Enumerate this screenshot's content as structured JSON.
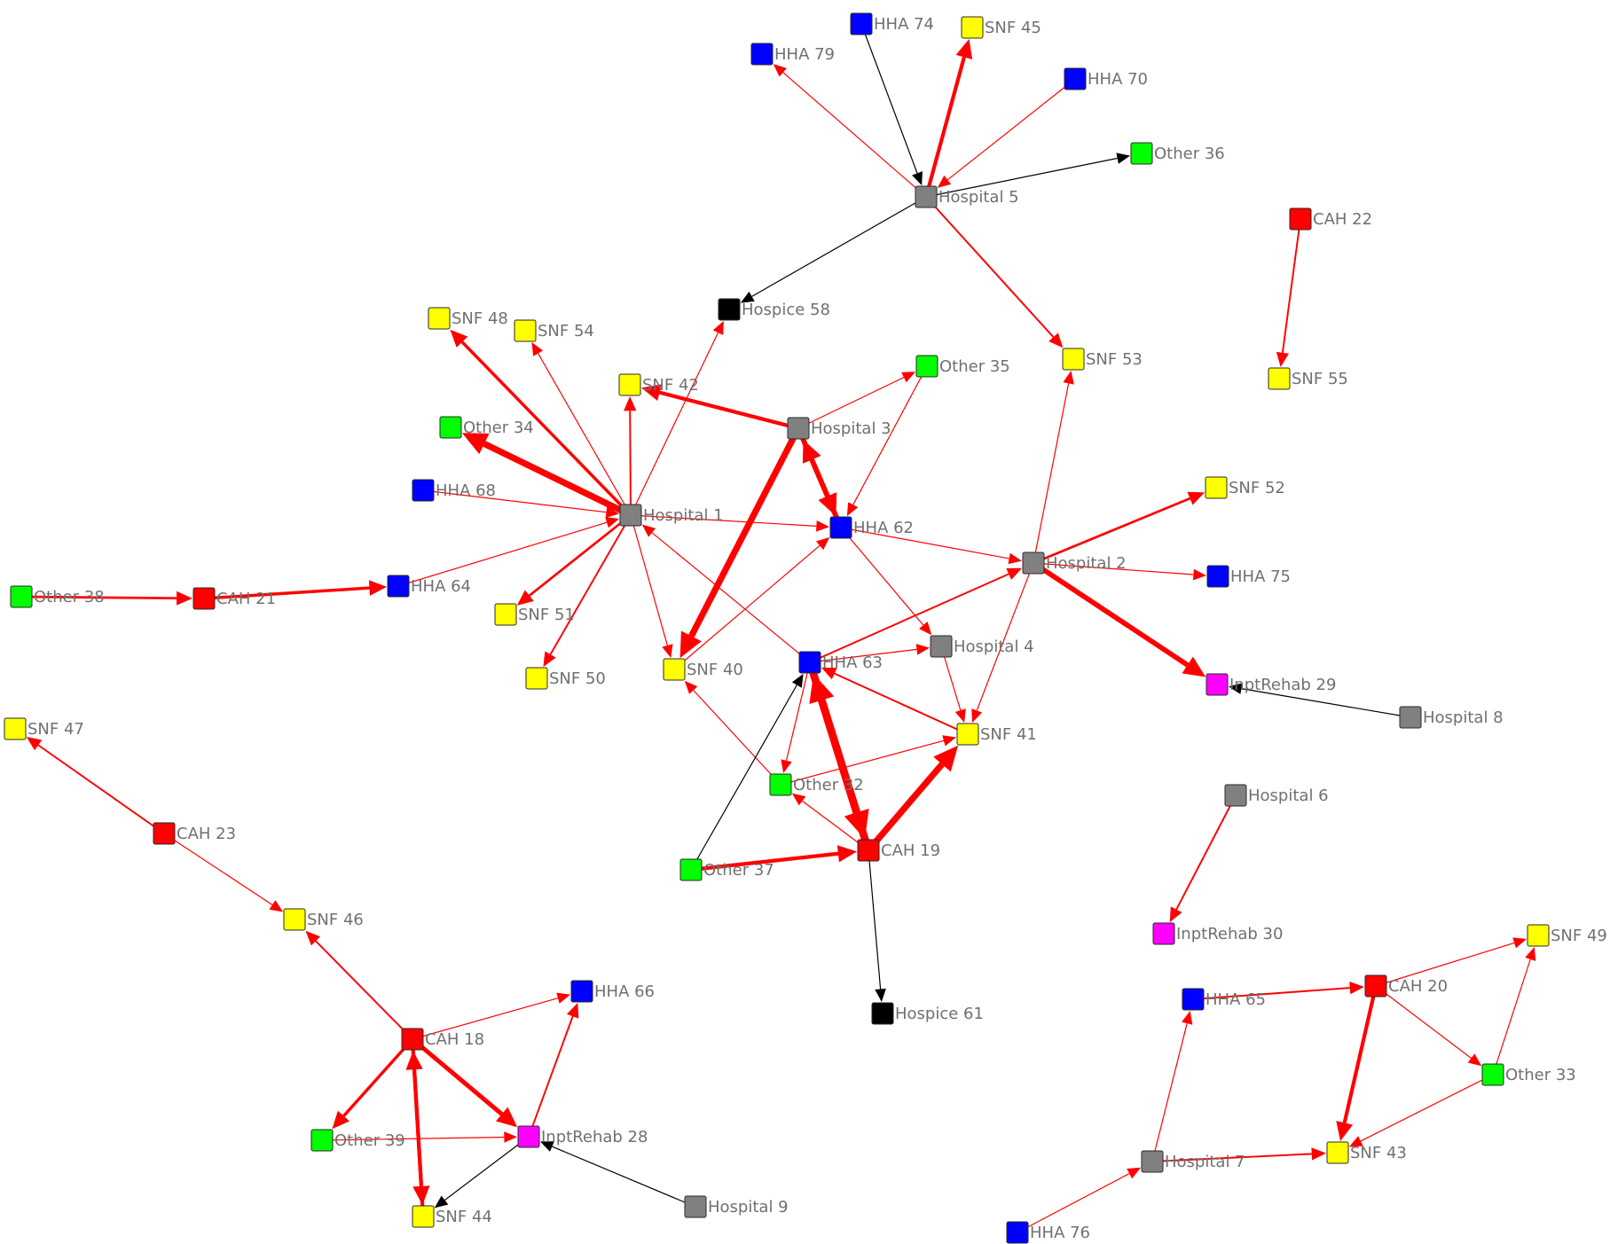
{
  "colors": {
    "Hospital": "#808080",
    "SNF": "#ffff00",
    "HHA": "#0000ff",
    "Other": "#00ff00",
    "CAH": "#ff0000",
    "Hospice": "#000000",
    "InptRehab": "#ff00ff",
    "edge_red": "#ff0000",
    "edge_black": "#000000"
  },
  "nodes": [
    {
      "id": "HHA 74",
      "type": "HHA"
    },
    {
      "id": "SNF 45",
      "type": "SNF"
    },
    {
      "id": "HHA 79",
      "type": "HHA"
    },
    {
      "id": "HHA 70",
      "type": "HHA"
    },
    {
      "id": "Other 36",
      "type": "Other"
    },
    {
      "id": "Hospital 5",
      "type": "Hospital"
    },
    {
      "id": "CAH 22",
      "type": "CAH"
    },
    {
      "id": "Hospice 58",
      "type": "Hospice"
    },
    {
      "id": "SNF 48",
      "type": "SNF"
    },
    {
      "id": "SNF 54",
      "type": "SNF"
    },
    {
      "id": "SNF 53",
      "type": "SNF"
    },
    {
      "id": "SNF 55",
      "type": "SNF"
    },
    {
      "id": "Other 35",
      "type": "Other"
    },
    {
      "id": "SNF 42",
      "type": "SNF"
    },
    {
      "id": "Hospital 3",
      "type": "Hospital"
    },
    {
      "id": "Other 34",
      "type": "Other"
    },
    {
      "id": "SNF 52",
      "type": "SNF"
    },
    {
      "id": "HHA 68",
      "type": "HHA"
    },
    {
      "id": "Hospital 1",
      "type": "Hospital"
    },
    {
      "id": "HHA 62",
      "type": "HHA"
    },
    {
      "id": "Hospital 2",
      "type": "Hospital"
    },
    {
      "id": "HHA 75",
      "type": "HHA"
    },
    {
      "id": "Other 38",
      "type": "Other"
    },
    {
      "id": "CAH 21",
      "type": "CAH"
    },
    {
      "id": "HHA 64",
      "type": "HHA"
    },
    {
      "id": "SNF 51",
      "type": "SNF"
    },
    {
      "id": "Hospital 4",
      "type": "Hospital"
    },
    {
      "id": "HHA 63",
      "type": "HHA"
    },
    {
      "id": "SNF 40",
      "type": "SNF"
    },
    {
      "id": "SNF 50",
      "type": "SNF"
    },
    {
      "id": "InptRehab 29",
      "type": "InptRehab"
    },
    {
      "id": "Hospital 8",
      "type": "Hospital"
    },
    {
      "id": "SNF 47",
      "type": "SNF"
    },
    {
      "id": "SNF 41",
      "type": "SNF"
    },
    {
      "id": "Other 32",
      "type": "Other"
    },
    {
      "id": "Hospital 6",
      "type": "Hospital"
    },
    {
      "id": "CAH 23",
      "type": "CAH"
    },
    {
      "id": "CAH 19",
      "type": "CAH"
    },
    {
      "id": "Other 37",
      "type": "Other"
    },
    {
      "id": "SNF 46",
      "type": "SNF"
    },
    {
      "id": "InptRehab 30",
      "type": "InptRehab"
    },
    {
      "id": "SNF 49",
      "type": "SNF"
    },
    {
      "id": "CAH 20",
      "type": "CAH"
    },
    {
      "id": "HHA 66",
      "type": "HHA"
    },
    {
      "id": "HHA 65",
      "type": "HHA"
    },
    {
      "id": "Hospice 61",
      "type": "Hospice"
    },
    {
      "id": "CAH 18",
      "type": "CAH"
    },
    {
      "id": "Other 33",
      "type": "Other"
    },
    {
      "id": "Other 39",
      "type": "Other"
    },
    {
      "id": "InptRehab 28",
      "type": "InptRehab"
    },
    {
      "id": "SNF 43",
      "type": "SNF"
    },
    {
      "id": "Hospital 7",
      "type": "Hospital"
    },
    {
      "id": "Hospital 9",
      "type": "Hospital"
    },
    {
      "id": "SNF 44",
      "type": "SNF"
    },
    {
      "id": "HHA 76",
      "type": "HHA"
    }
  ],
  "edges": [
    {
      "from": "HHA 74",
      "to": "Hospital 5",
      "color": "black",
      "weight": 1
    },
    {
      "from": "Hospital 5",
      "to": "SNF 45",
      "color": "red",
      "weight": 3
    },
    {
      "from": "Hospital 5",
      "to": "HHA 79",
      "color": "red",
      "weight": 1
    },
    {
      "from": "HHA 70",
      "to": "Hospital 5",
      "color": "red",
      "weight": 1
    },
    {
      "from": "Hospital 5",
      "to": "Other 36",
      "color": "black",
      "weight": 1
    },
    {
      "from": "Hospital 5",
      "to": "Hospice 58",
      "color": "black",
      "weight": 1
    },
    {
      "from": "Hospital 5",
      "to": "SNF 53",
      "color": "red",
      "weight": 1.5
    },
    {
      "from": "CAH 22",
      "to": "SNF 55",
      "color": "red",
      "weight": 1.5
    },
    {
      "from": "Hospital 1",
      "to": "SNF 48",
      "color": "red",
      "weight": 2.5
    },
    {
      "from": "Hospital 1",
      "to": "SNF 54",
      "color": "red",
      "weight": 1
    },
    {
      "from": "Hospital 1",
      "to": "Hospice 58",
      "color": "red",
      "weight": 1
    },
    {
      "from": "Hospital 1",
      "to": "SNF 42",
      "color": "red",
      "weight": 1.5
    },
    {
      "from": "Hospital 1",
      "to": "Other 34",
      "color": "red",
      "weight": 5
    },
    {
      "from": "HHA 68",
      "to": "Hospital 1",
      "color": "red",
      "weight": 1
    },
    {
      "from": "Hospital 1",
      "to": "HHA 62",
      "color": "red",
      "weight": 1
    },
    {
      "from": "HHA 64",
      "to": "Hospital 1",
      "color": "red",
      "weight": 1
    },
    {
      "from": "Hospital 1",
      "to": "SNF 51",
      "color": "red",
      "weight": 2
    },
    {
      "from": "Hospital 1",
      "to": "SNF 50",
      "color": "red",
      "weight": 1.5
    },
    {
      "from": "Hospital 1",
      "to": "SNF 40",
      "color": "red",
      "weight": 1
    },
    {
      "from": "HHA 63",
      "to": "Hospital 1",
      "color": "red",
      "weight": 1
    },
    {
      "from": "Hospital 3",
      "to": "SNF 42",
      "color": "red",
      "weight": 3
    },
    {
      "from": "Hospital 3",
      "to": "Other 35",
      "color": "red",
      "weight": 1
    },
    {
      "from": "Hospital 3",
      "to": "HHA 62",
      "color": "red",
      "weight": 4
    },
    {
      "from": "HHA 62",
      "to": "Hospital 3",
      "color": "red",
      "weight": 4
    },
    {
      "from": "Hospital 3",
      "to": "SNF 40",
      "color": "red",
      "weight": 5
    },
    {
      "from": "Other 35",
      "to": "HHA 62",
      "color": "red",
      "weight": 1
    },
    {
      "from": "HHA 62",
      "to": "Hospital 2",
      "color": "red",
      "weight": 1
    },
    {
      "from": "HHA 62",
      "to": "Hospital 4",
      "color": "red",
      "weight": 1
    },
    {
      "from": "SNF 40",
      "to": "HHA 62",
      "color": "red",
      "weight": 1
    },
    {
      "from": "Hospital 2",
      "to": "SNF 53",
      "color": "red",
      "weight": 1
    },
    {
      "from": "Hospital 2",
      "to": "SNF 52",
      "color": "red",
      "weight": 2
    },
    {
      "from": "Hospital 2",
      "to": "HHA 75",
      "color": "red",
      "weight": 1
    },
    {
      "from": "Hospital 2",
      "to": "InptRehab 29",
      "color": "red",
      "weight": 4
    },
    {
      "from": "HHA 63",
      "to": "Hospital 2",
      "color": "red",
      "weight": 1.5
    },
    {
      "from": "Hospital 2",
      "to": "SNF 41",
      "color": "red",
      "weight": 1
    },
    {
      "from": "Hospital 8",
      "to": "InptRehab 29",
      "color": "black",
      "weight": 1
    },
    {
      "from": "Other 38",
      "to": "CAH 21",
      "color": "red",
      "weight": 2
    },
    {
      "from": "CAH 21",
      "to": "HHA 64",
      "color": "red",
      "weight": 2.5
    },
    {
      "from": "HHA 63",
      "to": "Hospital 4",
      "color": "red",
      "weight": 1
    },
    {
      "from": "Hospital 4",
      "to": "SNF 41",
      "color": "red",
      "weight": 1
    },
    {
      "from": "SNF 41",
      "to": "HHA 63",
      "color": "red",
      "weight": 1.5
    },
    {
      "from": "HHA 63",
      "to": "Other 32",
      "color": "red",
      "weight": 1
    },
    {
      "from": "HHA 63",
      "to": "CAH 19",
      "color": "red",
      "weight": 6
    },
    {
      "from": "CAH 19",
      "to": "HHA 63",
      "color": "red",
      "weight": 6
    },
    {
      "from": "Other 32",
      "to": "SNF 41",
      "color": "red",
      "weight": 1
    },
    {
      "from": "Other 32",
      "to": "SNF 40",
      "color": "red",
      "weight": 1
    },
    {
      "from": "CAH 19",
      "to": "Other 32",
      "color": "red",
      "weight": 1
    },
    {
      "from": "CAH 19",
      "to": "SNF 41",
      "color": "red",
      "weight": 5
    },
    {
      "from": "Other 37",
      "to": "CAH 19",
      "color": "red",
      "weight": 3
    },
    {
      "from": "Other 37",
      "to": "HHA 63",
      "color": "black",
      "weight": 1
    },
    {
      "from": "CAH 19",
      "to": "Hospice 61",
      "color": "black",
      "weight": 1
    },
    {
      "from": "Hospital 6",
      "to": "InptRehab 30",
      "color": "red",
      "weight": 1.5
    },
    {
      "from": "CAH 23",
      "to": "SNF 47",
      "color": "red",
      "weight": 1.5
    },
    {
      "from": "CAH 23",
      "to": "SNF 46",
      "color": "red",
      "weight": 1
    },
    {
      "from": "CAH 18",
      "to": "SNF 46",
      "color": "red",
      "weight": 1.5
    },
    {
      "from": "CAH 18",
      "to": "HHA 66",
      "color": "red",
      "weight": 1
    },
    {
      "from": "CAH 18",
      "to": "Other 39",
      "color": "red",
      "weight": 2.5
    },
    {
      "from": "CAH 18",
      "to": "InptRehab 28",
      "color": "red",
      "weight": 3.5
    },
    {
      "from": "CAH 18",
      "to": "SNF 44",
      "color": "red",
      "weight": 3
    },
    {
      "from": "SNF 44",
      "to": "CAH 18",
      "color": "red",
      "weight": 3
    },
    {
      "from": "InptRehab 28",
      "to": "HHA 66",
      "color": "red",
      "weight": 1.5
    },
    {
      "from": "Other 39",
      "to": "InptRehab 28",
      "color": "red",
      "weight": 1
    },
    {
      "from": "InptRehab 28",
      "to": "SNF 44",
      "color": "black",
      "weight": 1
    },
    {
      "from": "Hospital 9",
      "to": "InptRehab 28",
      "color": "black",
      "weight": 1
    },
    {
      "from": "HHA 65",
      "to": "CAH 20",
      "color": "red",
      "weight": 1.5
    },
    {
      "from": "CAH 20",
      "to": "SNF 49",
      "color": "red",
      "weight": 1
    },
    {
      "from": "CAH 20",
      "to": "Other 33",
      "color": "red",
      "weight": 1
    },
    {
      "from": "CAH 20",
      "to": "SNF 43",
      "color": "red",
      "weight": 3
    },
    {
      "from": "Other 33",
      "to": "SNF 49",
      "color": "red",
      "weight": 1
    },
    {
      "from": "Other 33",
      "to": "SNF 43",
      "color": "red",
      "weight": 1
    },
    {
      "from": "Hospital 7",
      "to": "SNF 43",
      "color": "red",
      "weight": 1.5
    },
    {
      "from": "Hospital 7",
      "to": "HHA 65",
      "color": "red",
      "weight": 1
    },
    {
      "from": "HHA 76",
      "to": "Hospital 7",
      "color": "red",
      "weight": 1
    }
  ]
}
